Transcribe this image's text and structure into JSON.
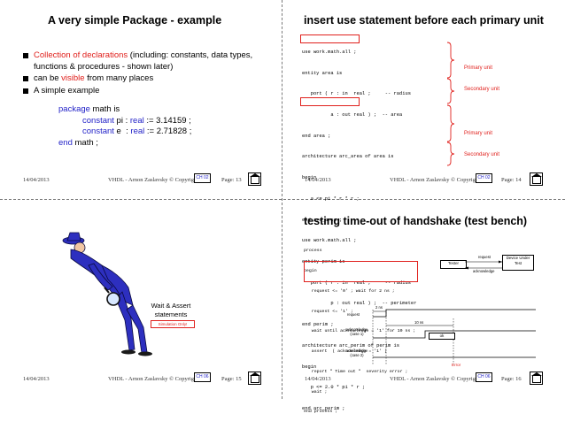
{
  "slides": [
    {
      "title": "A very simple Package - example",
      "bullets": [
        {
          "parts": [
            {
              "text": "Collection of declarations",
              "color": "#e0201c"
            },
            {
              "text": " (including: constants, data types, functions & procedures - shown later)",
              "color": "#000000"
            }
          ]
        },
        {
          "parts": [
            {
              "text": "can be ",
              "color": "#000000"
            },
            {
              "text": "visible",
              "color": "#e0201c"
            },
            {
              "text": " from many places",
              "color": "#000000"
            }
          ]
        },
        {
          "parts": [
            {
              "text": "A simple example",
              "color": "#000000"
            }
          ]
        }
      ],
      "code_lines": [
        {
          "kw": "package",
          "rest": " math is"
        },
        {
          "kw": "constant",
          "rest": " pi : ",
          "kw2": "real",
          "rest2": " := 3.14159 ;"
        },
        {
          "kw": "constant",
          "rest": " e  : ",
          "kw2": "real",
          "rest2": " := 2.71828 ;"
        },
        {
          "kw": "end",
          "rest": " math ;"
        }
      ],
      "footer": {
        "date": "14/04/2013",
        "credit": "VHDL - Arnon Zaslavsky © Copyright",
        "chip": "CH 02",
        "page": "Page: 13"
      }
    },
    {
      "title": "insert use statement before each primary unit",
      "code": [
        "use work.math.all ;",
        "entity area is",
        "   port ( r : in  real ;     -- radius",
        "          a : out real ) ;  -- area",
        "end area ;",
        "architecture arc_area of area is",
        "begin",
        "   a <= pi * r * r ;",
        "end arc_area ;",
        "use work.math.all ;",
        "entity perim is",
        "   port ( r : in  real ;     -- radius",
        "          p : out real ) ;  -- perimeter",
        "end perim ;",
        "architecture arc_perim of perim is",
        "begin",
        "   p <= 2.0 * pi * r ;",
        "end arc_perim ;"
      ],
      "labels": [
        "Primary unit",
        "Secondary unit",
        "Primary unit",
        "Secondary unit"
      ],
      "footer": {
        "date": "14/04/2013",
        "credit": "VHDL - Arnon Zaslavsky © Copyright",
        "chip": "CH 02",
        "page": "Page: 14"
      }
    },
    {
      "title": "",
      "wait_label": "Wait & Assert statements",
      "sim_note": "Simulation Only!",
      "footer": {
        "date": "14/04/2013",
        "credit": "VHDL - Arnon Zaslavsky © Copyright",
        "chip": "CH 06",
        "page": "Page: 15"
      }
    },
    {
      "title": "testing time-out of handshake (test bench)",
      "code": [
        "process",
        "begin",
        "   request <= '0' ; wait for 2 ns ;",
        "   request <= '1' ;",
        "   wait until acknowledge = '1' for 10 ns ;",
        "   assert  ( acknowledge = '1' )",
        "   report \" Time out \"  severity error ;",
        "   wait ;",
        "end process ;"
      ],
      "diagram": {
        "tester": "Tester",
        "dut": "Device Under Test",
        "request": "request",
        "acknowledge": "acknowledge"
      },
      "waves": {
        "t1": "2 ns",
        "t2": "10 ns",
        "req_label": "request",
        "ack1_label": "acknowledge (case 1)",
        "ack2_label": "acknowledge (case 2)",
        "ok": "ok",
        "error": "Error"
      },
      "footer": {
        "date": "14/04/2013",
        "credit": "VHDL - Arnon Zaslavsky © Copyright",
        "chip": "CH 06",
        "page": "Page: 16"
      }
    }
  ]
}
